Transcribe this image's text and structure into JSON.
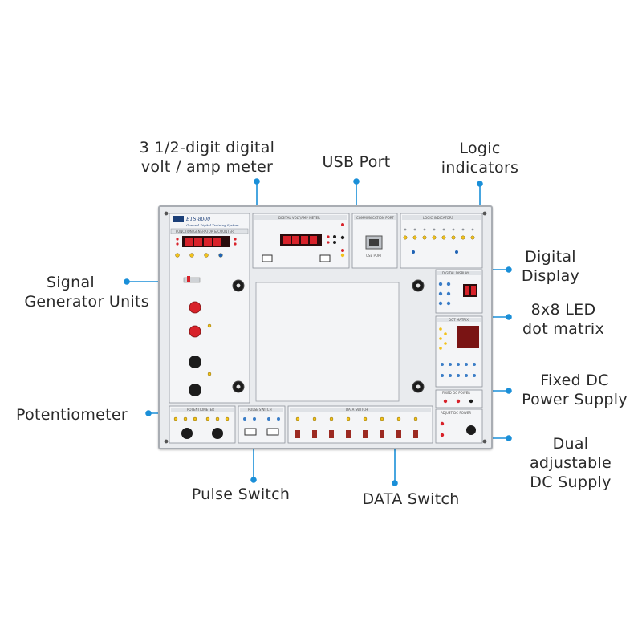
{
  "callouts": {
    "meter": [
      "3 1/2-digit digital",
      "volt / amp meter"
    ],
    "usb": [
      "USB Port"
    ],
    "logic": [
      "Logic",
      "indicators"
    ],
    "signal": [
      "Signal",
      "Generator Units"
    ],
    "digital_display": [
      "Digital",
      "Display"
    ],
    "dot_matrix": [
      "8x8 LED",
      "dot matrix"
    ],
    "fixed_dc": [
      "Fixed DC",
      "Power Supply"
    ],
    "potentiometer": [
      "Potentiometer"
    ],
    "dual_dc": [
      "Dual",
      "adjustable",
      "DC Supply"
    ],
    "pulse_switch": [
      "Pulse Switch"
    ],
    "data_switch": [
      "DATA Switch"
    ]
  },
  "panel": {
    "model": "ETS-8000",
    "subtitle": "General Digital Training System",
    "sections": {
      "function_generator": "FUNCTION GENERATOR & COUNTER",
      "meter": "DIGITAL VOLT/AMP METER",
      "usb": "COMMUNICATION PORT",
      "usb_label": "USB PORT",
      "logic": "LOGIC INDICATORS",
      "digital_display": "DIGITAL DISPLAY",
      "dot_matrix": "DOT MATRIX",
      "fixed_dc": "FIXED DC POWER",
      "adjust_dc": "ADJUST DC POWER",
      "potentiometer": "POTENTIOMETER",
      "pulse_switch": "PULSE SWITCH",
      "data_switch": "DATA SWITCH"
    }
  },
  "colors": {
    "leader": "#1a8fd8",
    "panel_bg": "#e9ebee",
    "led_red": "#d8222a",
    "jack_yellow": "#f2c21b",
    "knob_black": "#1c1c1c"
  }
}
